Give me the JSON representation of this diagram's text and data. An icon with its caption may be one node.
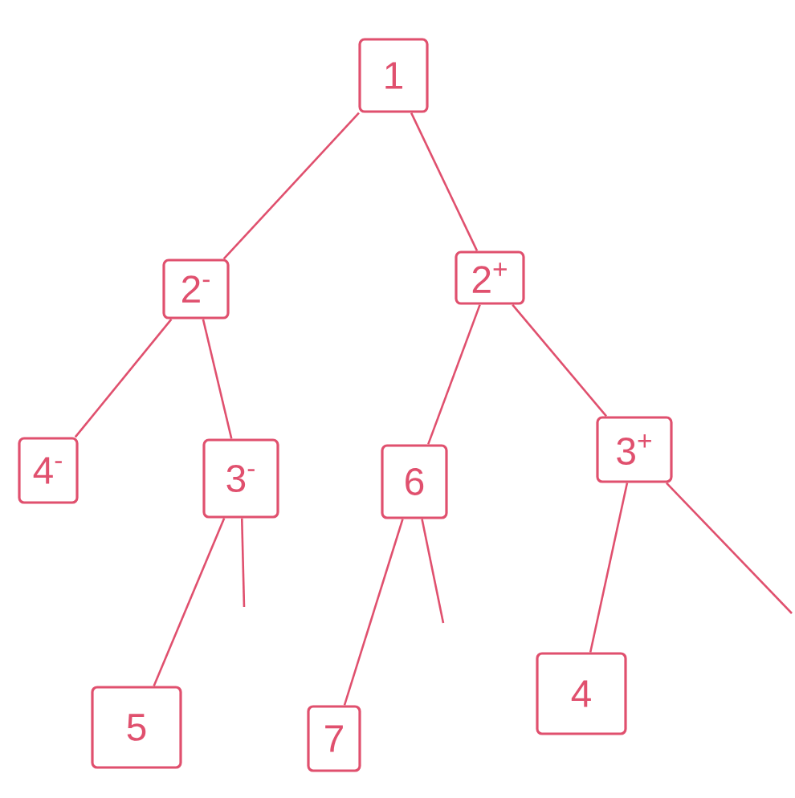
{
  "diagram": {
    "nodes": [
      {
        "text": [
          "1"
        ]
      },
      {
        "text": [
          "2$^{-}$"
        ]
      },
      {
        "text": [
          "2$^{+}$"
        ]
      },
      {
        "text": [
          "4$^{-}$"
        ]
      },
      {
        "text": [
          "3$^{-}$"
        ]
      },
      {
        "text": [
          "6"
        ]
      },
      {
        "text": [
          "3$^{+}$"
        ]
      },
      {
        "text": [
          "5"
        ]
      },
      {
        "text": [
          "7"
        ]
      },
      {
        "text": [
          "4"
        ]
      }
    ],
    "edges": [
      {
        "from": 0,
        "to": 1,
        "arrow": "none"
      },
      {
        "from": 0,
        "to": 2,
        "arrow": "none"
      },
      {
        "from": 1,
        "to": 3,
        "arrow": "none"
      },
      {
        "from": 1,
        "to": 4,
        "arrow": "none"
      },
      {
        "from": 2,
        "to": 5,
        "arrow": "none"
      },
      {
        "from": 2,
        "to": 6,
        "arrow": "none"
      },
      {
        "from": 4,
        "to": 7,
        "arrow": "none"
      },
      {
        "from": 4,
        "to": null,
        "arrow": "none"
      },
      {
        "from": 5,
        "to": 8,
        "arrow": "none"
      },
      {
        "from": 5,
        "to": null,
        "arrow": "none"
      },
      {
        "from": 6,
        "to": 9,
        "arrow": "none"
      },
      {
        "from": 6,
        "to": null,
        "arrow": "none"
      }
    ]
  }
}
